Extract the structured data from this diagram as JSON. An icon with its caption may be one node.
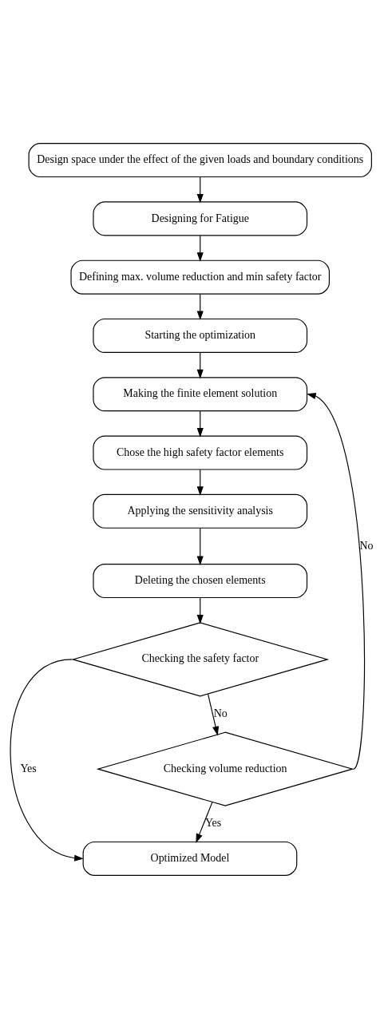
{
  "diagram": {
    "nodes": [
      {
        "text": [
          "Design space under the effect of the given loads and boundary conditions"
        ]
      },
      {
        "text": [
          "Designing for Fatigue"
        ]
      },
      {
        "text": [
          "Defining max. volume reduction and min safety factor"
        ]
      },
      {
        "text": [
          "Starting the optimization"
        ]
      },
      {
        "text": [
          "Making the finite element solution"
        ]
      },
      {
        "text": [
          "Chose the high safety factor elements"
        ]
      },
      {
        "text": [
          "Applying the sensitivity analysis"
        ]
      },
      {
        "text": [
          "Deleting the chosen elements"
        ]
      },
      {
        "text": [
          "Checking the safety factor"
        ]
      },
      {
        "text": [
          "Checking volume reduction"
        ]
      },
      {
        "text": [
          "Optimized Model"
        ]
      }
    ],
    "edges": [
      {
        "from": 0,
        "to": 1,
        "arrow": "to"
      },
      {
        "from": 1,
        "to": 2,
        "arrow": "to"
      },
      {
        "from": 2,
        "to": 3,
        "arrow": "to"
      },
      {
        "from": 3,
        "to": 4,
        "arrow": "to"
      },
      {
        "from": 4,
        "to": 5,
        "arrow": "to"
      },
      {
        "from": 5,
        "to": 6,
        "arrow": "to"
      },
      {
        "from": 6,
        "to": 7,
        "arrow": "to"
      },
      {
        "from": 7,
        "to": 8,
        "arrow": "to"
      },
      {
        "from": 8,
        "to": 10,
        "arrow": "to",
        "label": "Yes"
      },
      {
        "from": 8,
        "to": 9,
        "arrow": "to",
        "label": "No"
      },
      {
        "from": 9,
        "to": 4,
        "arrow": "to",
        "label": "No"
      },
      {
        "from": 9,
        "to": 10,
        "arrow": "to",
        "label": "Yes"
      }
    ]
  }
}
